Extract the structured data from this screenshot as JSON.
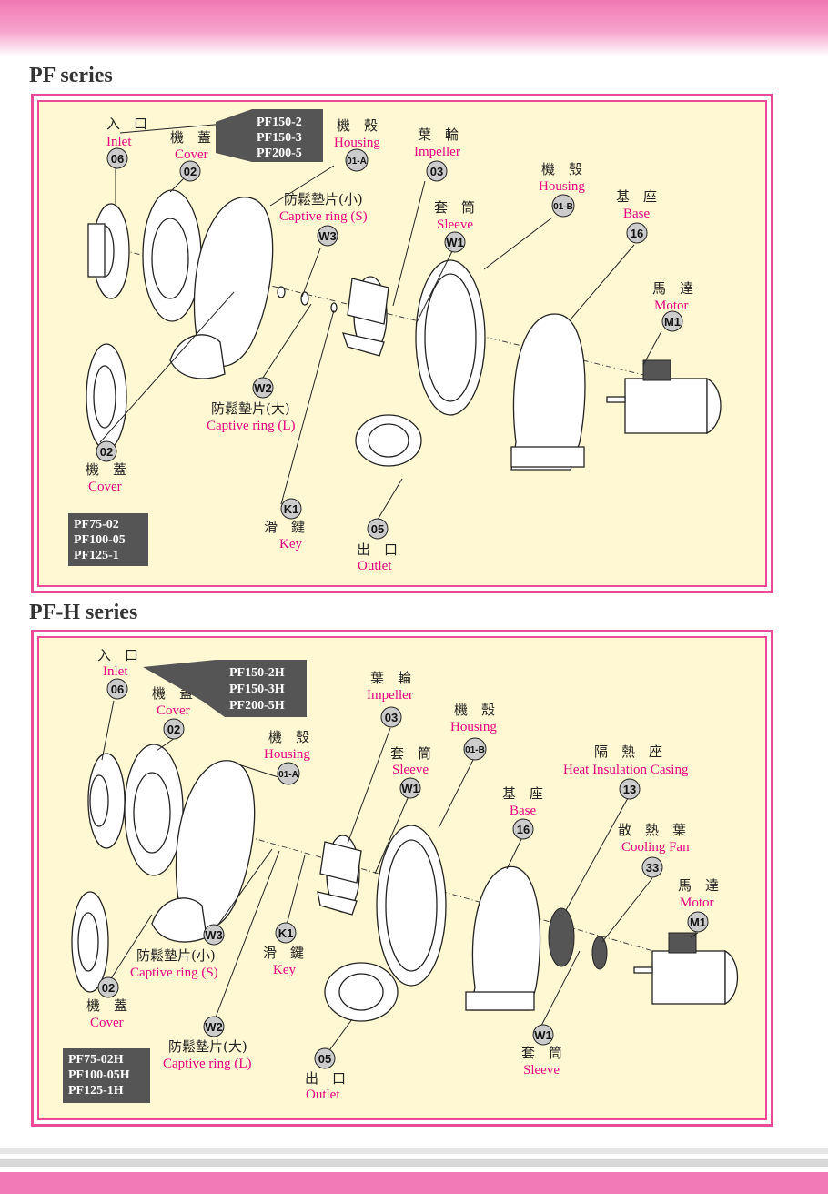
{
  "pf": {
    "title": "PF series",
    "inlet": {
      "zh": "入　口",
      "en": "Inlet",
      "code": "06"
    },
    "cover_top": {
      "zh": "機　蓋",
      "en": "Cover",
      "code": "02"
    },
    "models_top": [
      "PF150-2",
      "PF150-3",
      "PF200-5"
    ],
    "housing_a": {
      "zh": "機　殼",
      "en": "Housing",
      "code": "01-A"
    },
    "impeller": {
      "zh": "葉　輪",
      "en": "Impeller",
      "code": "03"
    },
    "housing_b": {
      "zh": "機　殼",
      "en": "Housing",
      "code": "01-B"
    },
    "base": {
      "zh": "基　座",
      "en": "Base",
      "code": "16"
    },
    "captive_s": {
      "zh": "防鬆墊片(小)",
      "en": "Captive ring (S)",
      "code": "W3"
    },
    "sleeve": {
      "zh": "套　筒",
      "en": "Sleeve",
      "code": "W1"
    },
    "motor": {
      "zh": "馬　達",
      "en": "Motor",
      "code": "M1"
    },
    "captive_l": {
      "zh": "防鬆墊片(大)",
      "en": "Captive ring (L)",
      "code": "W2"
    },
    "cover_bottom": {
      "zh": "機　蓋",
      "en": "Cover",
      "code": "02"
    },
    "models_bottom": [
      "PF75-02",
      "PF100-05",
      "PF125-1"
    ],
    "key": {
      "zh": "滑　鍵",
      "en": "Key",
      "code": "K1"
    },
    "outlet": {
      "zh": "出　口",
      "en": "Outlet",
      "code": "05"
    }
  },
  "pfh": {
    "title": "PF-H series",
    "inlet": {
      "zh": "入　口",
      "en": "Inlet",
      "code": "06"
    },
    "cover_top": {
      "zh": "機　蓋",
      "en": "Cover",
      "code": "02"
    },
    "models_top": [
      "PF150-2H",
      "PF150-3H",
      "PF200-5H"
    ],
    "impeller": {
      "zh": "葉　輪",
      "en": "Impeller",
      "code": "03"
    },
    "housing_b": {
      "zh": "機　殼",
      "en": "Housing",
      "code": "01-B"
    },
    "housing_a": {
      "zh": "機　殼",
      "en": "Housing",
      "code": "01-A"
    },
    "sleeve_top": {
      "zh": "套　筒",
      "en": "Sleeve",
      "code": "W1"
    },
    "heat_casing": {
      "zh": "隔　熱　座",
      "en": "Heat Insulation Casing",
      "code": "13"
    },
    "base": {
      "zh": "基　座",
      "en": "Base",
      "code": "16"
    },
    "cooling_fan": {
      "zh": "散　熱　葉",
      "en": "Cooling Fan",
      "code": "33"
    },
    "motor": {
      "zh": "馬　達",
      "en": "Motor",
      "code": "M1"
    },
    "captive_s": {
      "zh": "防鬆墊片(小)",
      "en": "Captive ring (S)",
      "code": "W3"
    },
    "key": {
      "zh": "滑　鍵",
      "en": "Key",
      "code": "K1"
    },
    "cover_bottom": {
      "zh": "機　蓋",
      "en": "Cover",
      "code": "02"
    },
    "models_bottom": [
      "PF75-02H",
      "PF100-05H",
      "PF125-1H"
    ],
    "captive_l": {
      "zh": "防鬆墊片(大)",
      "en": "Captive ring (L)",
      "code": "W2"
    },
    "outlet": {
      "zh": "出　口",
      "en": "Outlet",
      "code": "05"
    },
    "sleeve_bottom": {
      "zh": "套　筒",
      "en": "Sleeve",
      "code": "W1"
    }
  },
  "colors": {
    "accent": "#ea4a97",
    "label_en": "#e4007f",
    "panel_bg": "#fff8d2",
    "model_box": "#555555"
  }
}
